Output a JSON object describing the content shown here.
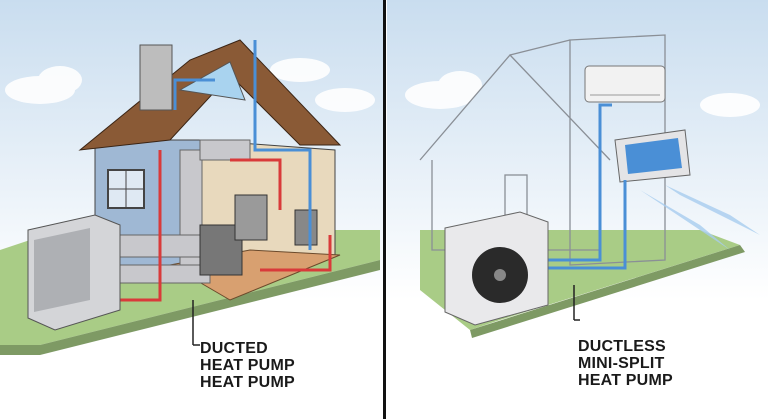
{
  "ducted": {
    "title": "Ducted heat pump",
    "label_lines": [
      "DUCTED",
      "HEAT PUMP",
      "HEAT PUMP"
    ]
  },
  "ductless": {
    "title": "Ductless mini-split heat pump",
    "label_lines": [
      "DUCTLESS",
      "MINI-SPLIT",
      "HEAT PUMP"
    ]
  },
  "colors": {
    "sky": "#d6e6f2",
    "ground": "#a9cc86",
    "roof": "#8a5a36",
    "wall": "#9fb8d4",
    "refrigerant_red": "#d93a3a",
    "refrigerant_blue": "#4a8fd6",
    "divider": "#111111"
  }
}
